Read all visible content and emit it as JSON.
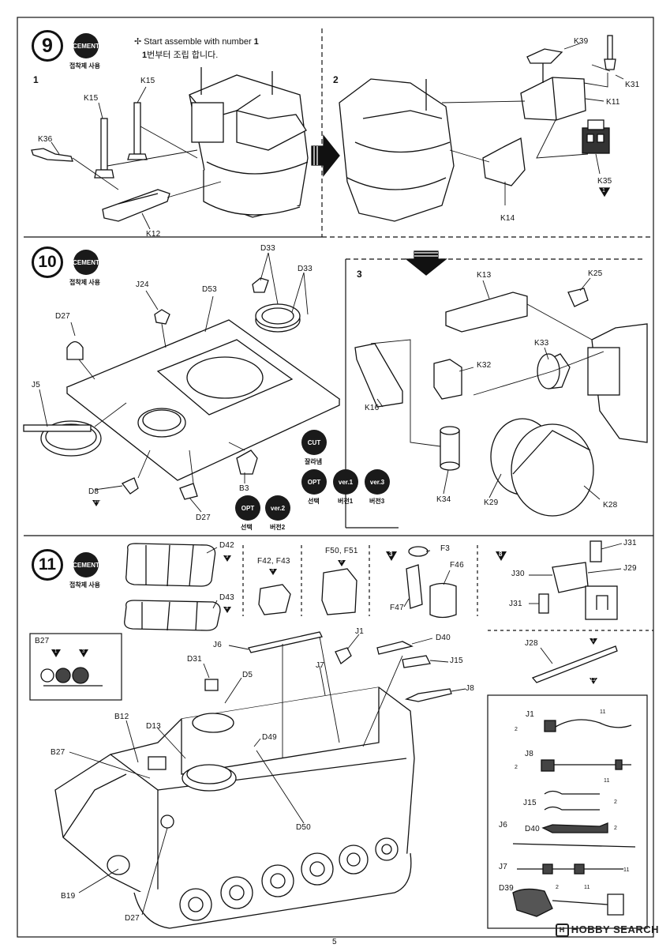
{
  "page_number": "5",
  "watermark": "HOBBY SEARCH",
  "watermark_logo": "H",
  "step9": {
    "number": "9",
    "cement": "CEMENT",
    "cement_kor": "접착제 사용",
    "note_en": "Start assemble with number ",
    "note_num": "1",
    "note_kor": "번부터 조립 합니다.",
    "sub1": "1",
    "sub2": "2",
    "parts": {
      "k36": "K36",
      "k15a": "K15",
      "k15b": "K15",
      "k12": "K12",
      "k39": "K39",
      "k31": "K31",
      "k11": "K11",
      "k35": "K35",
      "k35_mark": "1",
      "k14": "K14"
    }
  },
  "step10": {
    "number": "10",
    "cement": "CEMENT",
    "cement_kor": "접착제 사용",
    "parts": {
      "d27a": "D27",
      "j24": "J24",
      "d53": "D53",
      "d33a": "D33",
      "d33b": "D33",
      "j5": "J5",
      "d8": "D8",
      "d8_mark": "10",
      "b3": "B3",
      "d27b": "D27"
    },
    "cut": "CUT",
    "cut_kor": "잘라냄",
    "opt": "OPT",
    "opt_kor": "선택",
    "ver1": "ver.1",
    "ver1_kor": "버전1",
    "ver3": "ver.3",
    "ver3_kor": "버전3",
    "opt2": "OPT",
    "opt2_kor": "선택",
    "ver2": "ver.2",
    "ver2_kor": "버전2",
    "sub3": "3",
    "sub3_parts": {
      "k13": "K13",
      "k25": "K25",
      "k33": "K33",
      "k32": "K32",
      "k16": "K16",
      "k34": "K34",
      "k29": "K29",
      "k28": "K28"
    }
  },
  "step11": {
    "number": "11",
    "cement": "CEMENT",
    "cement_kor": "접착제 사용",
    "parts": {
      "d42": "D42",
      "d42_mark": "9",
      "d43": "D43",
      "d43_mark": "8",
      "f42": "F42, F43",
      "f42_mark": "8",
      "f50": "F50, F51",
      "f50_mark": "8",
      "sub3": "3",
      "f3": "F3",
      "f46": "F46",
      "f47": "F47",
      "sub8": "8",
      "j31a": "J31",
      "j30": "J30",
      "j29": "J29",
      "j31b": "J31",
      "j28": "J28",
      "j28_mark_a": "1",
      "j28_mark_b": "12",
      "b27box": "B27",
      "b27_mark1": "1",
      "b27_mark3": "3",
      "j6": "J6",
      "j1": "J1",
      "d40": "D40",
      "d31": "D31",
      "d5": "D5",
      "j7": "J7",
      "j15": "J15",
      "j8": "J8",
      "b12": "B12",
      "d13": "D13",
      "d49": "D49",
      "b27": "B27",
      "d50": "D50",
      "b19": "B19",
      "d27": "D27"
    },
    "tools": {
      "j1": "J1",
      "j1_m1": "2",
      "j1_m2": "11",
      "j8": "J8",
      "j8_m1": "2",
      "j8_m2": "11",
      "j15": "J15",
      "j15_m": "2",
      "j6": "J6",
      "d40": "D40",
      "d40_m": "2",
      "j7": "J7",
      "j7_m": "11",
      "d39": "D39",
      "d39_m1": "2",
      "d39_m2": "11"
    }
  }
}
